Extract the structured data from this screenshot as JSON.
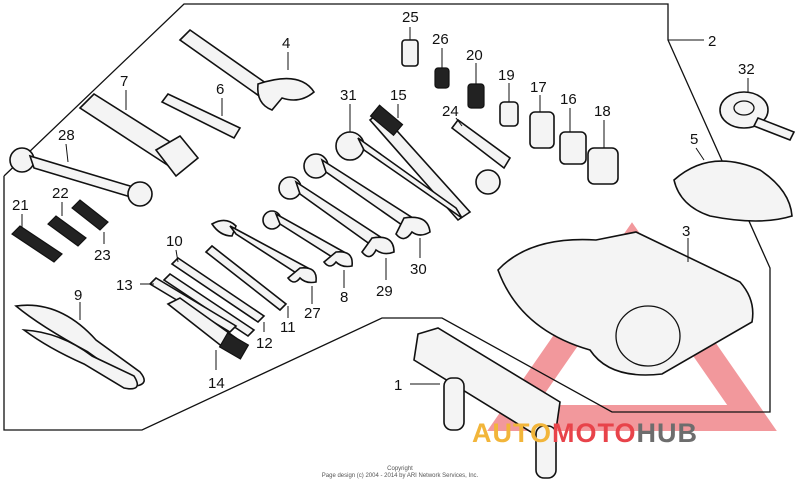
{
  "diagram": {
    "callouts": [
      "25",
      "26",
      "20",
      "19",
      "17",
      "16",
      "18",
      "2",
      "32",
      "4",
      "7",
      "6",
      "31",
      "15",
      "24",
      "5",
      "28",
      "22",
      "21",
      "23",
      "10",
      "13",
      "11",
      "12",
      "27",
      "8",
      "29",
      "30",
      "3",
      "9",
      "14",
      "1"
    ],
    "copyright_line1": "Copyright",
    "copyright_line2": "Page design (c) 2004 - 2014 by ARI Network Services, Inc.",
    "watermark": {
      "part1": "AUTO",
      "part2": "MOTO",
      "part3": "HUB"
    },
    "colors": {
      "line": "#111111",
      "watermark_red": "#e8434a",
      "watermark_gold": "#f2b53a",
      "watermark_gray": "#6d6d6d"
    }
  }
}
